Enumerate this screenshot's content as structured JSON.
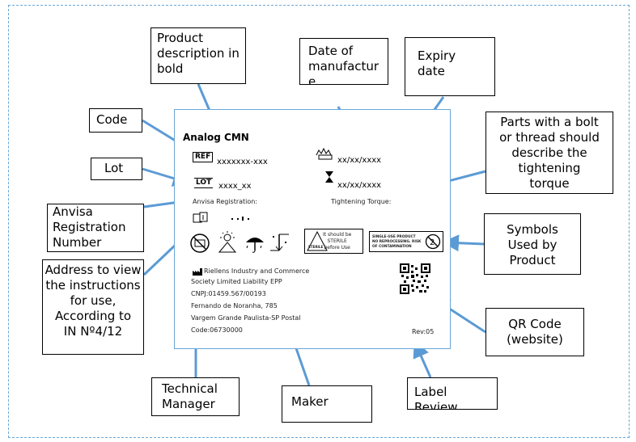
{
  "callouts": {
    "product": "Product\ndescription in\nbold",
    "date_mfg": "Date of\nmanufactur\ne",
    "expiry": "Expiry date",
    "code": "Code",
    "lot": "Lot",
    "anvisa": "Anvisa\n     Registration\n     Number",
    "address": "Address to view\nthe instructions\nfor use,\nAccording to\nIN Nº4/12",
    "parts": "Parts with a bolt\nor thread should\ndescribe the\ntightening\ntorque",
    "symbols": "Symbols\nUsed by\nProduct",
    "qr": "QR Code\n(website)",
    "technical": "Technical\n  Manager",
    "maker": "Maker",
    "label_review": "Label Review"
  },
  "label": {
    "product_name": "Analog CMN",
    "ref_symbol": "REF",
    "ref_value": "xxxxxxx-xxx",
    "lot_symbol": "LOT",
    "lot_value": "xxxx_xx",
    "mfg_date": "xx/xx/xxxx",
    "exp_date": "xx/xx/xxxx",
    "anvisa_label": "Anvisa Registration:",
    "torque_label": "Tightening Torque:",
    "sterile_text": "It should be\nSTERILE\nbefore Use",
    "sterile_small": "STERILE",
    "single_use_text": "SINGLE-USE PRODUCT\nNO REPROCESSING. RISK\nOF CONTAMINATION",
    "maker_lines": [
      "Riellens Industry and Commerce",
      "Society Limited Liability EPP",
      "CNPJ:01459.567/00193",
      "Fernando de Noranha, 785",
      "Vargem Grande Paulista-SP Postal",
      "Code:06730000"
    ],
    "revision": "Rev:05"
  },
  "colors": {
    "frame": "#6aa6d6",
    "arrow": "#5b9bd5",
    "callout_border": "#000000"
  },
  "icons": [
    "factory-icon",
    "manufacture-date-icon",
    "expiry-hourglass-icon",
    "ifu-book-icon",
    "do-not-reuse-icon",
    "keep-away-sunlight-icon",
    "keep-dry-umbrella-icon",
    "temperature-limit-icon",
    "warning-triangle-icon",
    "no-reuse-circle-icon",
    "qr-code-icon"
  ]
}
